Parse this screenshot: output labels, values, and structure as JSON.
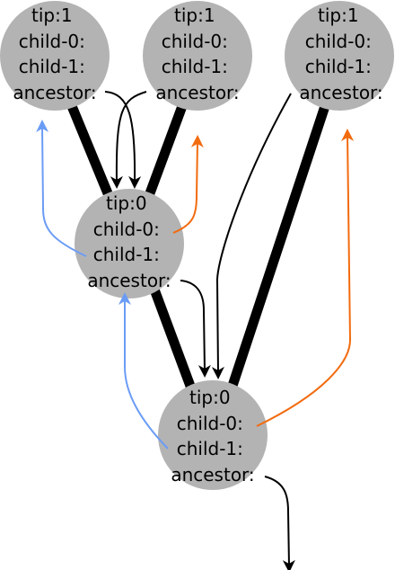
{
  "colors": {
    "node_fill": "#b3b3b3",
    "edge": "#000000",
    "pointer_black": "#000000",
    "pointer_blue": "#6b9cf5",
    "pointer_orange": "#f26b0f",
    "background": "#ffffff"
  },
  "nodes": [
    {
      "id": "top-left",
      "lines": [
        "tip:1",
        "child-0:",
        "child-1:",
        "ancestor:"
      ]
    },
    {
      "id": "top-middle",
      "lines": [
        "tip:1",
        "child-0:",
        "child-1:",
        "ancestor:"
      ]
    },
    {
      "id": "top-right",
      "lines": [
        "tip:1",
        "child-0:",
        "child-1:",
        "ancestor:"
      ]
    },
    {
      "id": "middle",
      "lines": [
        "tip:0",
        "child-0:",
        "child-1:",
        "ancestor:"
      ]
    },
    {
      "id": "bottom",
      "lines": [
        "tip:0",
        "child-0:",
        "child-1:",
        "ancestor:"
      ]
    }
  ]
}
